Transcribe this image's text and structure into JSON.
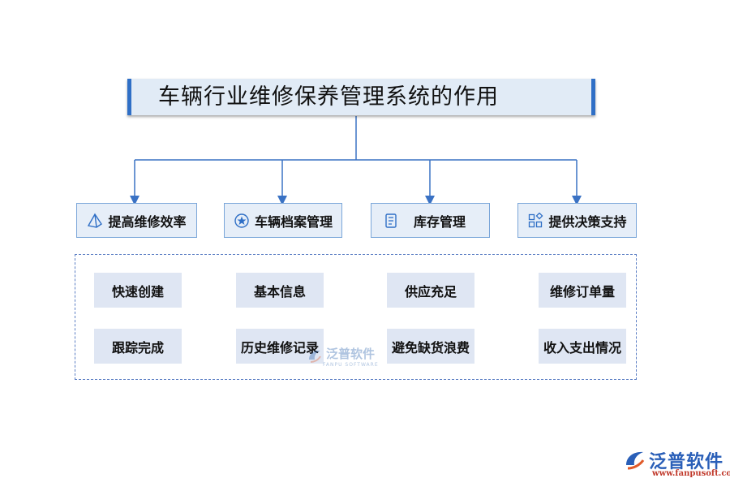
{
  "title": "车辆行业维修保养管理系统的作用",
  "categories": [
    {
      "label": "提高维修效率",
      "icon": "pyramid-icon"
    },
    {
      "label": "车辆档案管理",
      "icon": "star-badge-icon"
    },
    {
      "label": "库存管理",
      "icon": "document-list-icon"
    },
    {
      "label": "提供决策支持",
      "icon": "grid-shapes-icon"
    }
  ],
  "items": [
    [
      "快速创建",
      "跟踪完成"
    ],
    [
      "基本信息",
      "历史维修记录"
    ],
    [
      "供应充足",
      "避免缺货浪费"
    ],
    [
      "维修订单量",
      "收入支出情况"
    ]
  ],
  "watermark": {
    "text": "泛普软件",
    "sub": "FANPU SOFTWARE"
  },
  "logo": {
    "text": "泛普软件",
    "url": "www.fanpusoft.com"
  },
  "colors": {
    "accent": "#2f6fc6",
    "line": "#3a72c4",
    "box_fill": "#e6eef8",
    "item_fill": "#dfe6f3"
  }
}
